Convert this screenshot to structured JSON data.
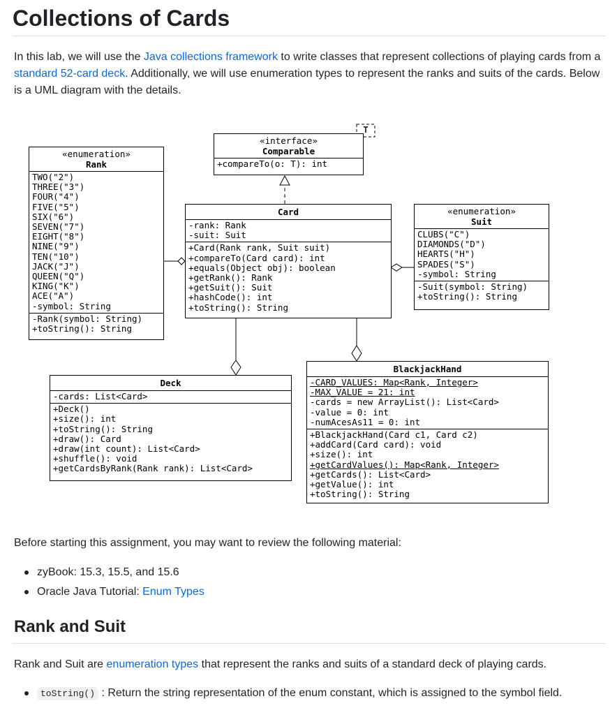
{
  "header": {
    "title": "Collections of Cards"
  },
  "intro": {
    "t1": "In this lab, we will use the ",
    "link1": "Java collections framework",
    "t2": " to write classes that represent collections of playing cards from a ",
    "link2": "standard 52-card deck",
    "t3": ". Additionally, we will use enumeration types to represent the ranks and suits of the cards. Below is a UML diagram with the details."
  },
  "uml": {
    "comparable": {
      "type_param": "T",
      "stereotype": "«interface»",
      "name": "Comparable",
      "methods": [
        "+compareTo(o: T): int"
      ]
    },
    "rank": {
      "stereotype": "«enumeration»",
      "name": "Rank",
      "constants": [
        "TWO(\"2\")",
        "THREE(\"3\")",
        "FOUR(\"4\")",
        "FIVE(\"5\")",
        "SIX(\"6\")",
        "SEVEN(\"7\")",
        "EIGHT(\"8\")",
        "NINE(\"9\")",
        "TEN(\"10\")",
        "JACK(\"J\")",
        "QUEEN(\"Q\")",
        "KING(\"K\")",
        "ACE(\"A\")",
        "-symbol: String"
      ],
      "methods": [
        "-Rank(symbol: String)",
        "+toString(): String"
      ]
    },
    "card": {
      "name": "Card",
      "fields": [
        "-rank: Rank",
        "-suit: Suit"
      ],
      "methods": [
        "+Card(Rank rank, Suit suit)",
        "+compareTo(Card card): int",
        "+equals(Object obj): boolean",
        "+getRank(): Rank",
        "+getSuit(): Suit",
        "+hashCode(): int",
        "+toString(): String"
      ]
    },
    "suit": {
      "stereotype": "«enumeration»",
      "name": "Suit",
      "constants": [
        "CLUBS(\"C\")",
        "DIAMONDS(\"D\")",
        "HEARTS(\"H\")",
        "SPADES(\"S\")",
        "-symbol: String"
      ],
      "methods": [
        "-Suit(symbol: String)",
        "+toString(): String"
      ]
    },
    "deck": {
      "name": "Deck",
      "fields": [
        "-cards: List<Card>"
      ],
      "methods": [
        "+Deck()",
        "+size(): int",
        "+toString(): String",
        "+draw(): Card",
        "+draw(int count): List<Card>",
        "+shuffle(): void",
        "+getCardsByRank(Rank rank): List<Card>"
      ]
    },
    "blackjack": {
      "name": "BlackjackHand",
      "static_fields": [
        "-CARD_VALUES: Map<Rank, Integer>",
        "-MAX_VALUE = 21: int"
      ],
      "fields": [
        "-cards = new ArrayList(): List<Card>",
        "-value = 0: int",
        "-numAcesAs11 = 0: int"
      ],
      "methods": [
        "+BlackjackHand(Card c1, Card c2)",
        "+addCard(Card card): void",
        "+size(): int"
      ],
      "static_methods": [
        "+getCardValues(): Map<Rank, Integer>"
      ],
      "methods2": [
        "+getCards(): List<Card>",
        "+getValue(): int",
        "+toString(): String"
      ]
    }
  },
  "before": {
    "text": "Before starting this assignment, you may want to review the following material:"
  },
  "prep_list": {
    "item1": "zyBook: 15.3, 15.5, and 15.6",
    "item2_text": "Oracle Java Tutorial: ",
    "item2_link": "Enum Types"
  },
  "section2": {
    "title": "Rank and Suit",
    "t1": "Rank and Suit are ",
    "link": "enumeration types",
    "t2": " that represent the ranks and suits of a standard deck of playing cards."
  },
  "method_list": {
    "code": "toString()",
    "text": " : Return the string representation of the enum constant, which is assigned to the symbol field."
  }
}
